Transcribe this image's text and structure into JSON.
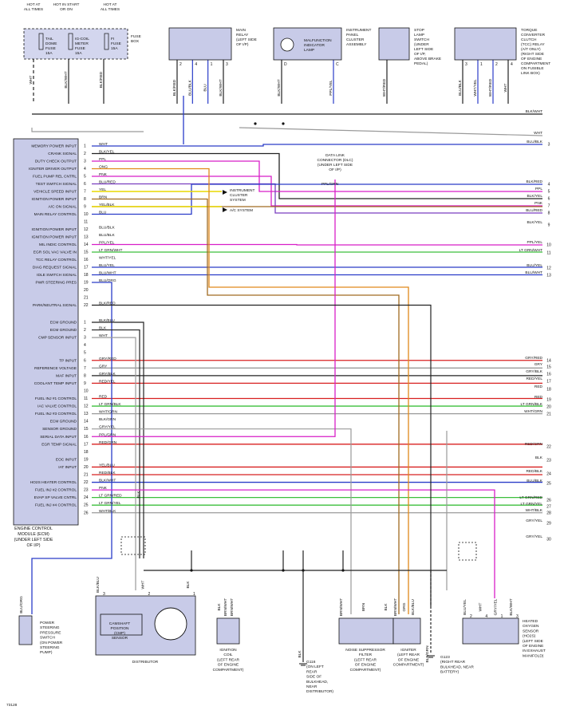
{
  "figure_id": "73128",
  "fuse_box": {
    "top_labels": [
      [
        "HOT AT",
        "ALL TIMES"
      ],
      [
        "HOT IN START",
        "OR ON"
      ],
      [
        "HOT AT",
        "ALL TIMES"
      ]
    ],
    "fuses": [
      [
        "TAIL",
        "DOME",
        "FUSE",
        "15A"
      ],
      [
        "IG-COIL",
        "METER",
        "FUSE",
        "15A"
      ],
      [
        "FI",
        "FUSE",
        "15A"
      ]
    ],
    "caption": [
      "FUSE",
      "BOX"
    ],
    "wires": [
      "WHT",
      "BLK/WHT",
      "BLK/RED"
    ]
  },
  "top_components": [
    {
      "id": "main-relay",
      "caption": [
        "MAIN",
        "RELAY",
        "(LEFT SIDE",
        "OF I/P)"
      ],
      "pins": [
        "2",
        "4",
        "1",
        "3"
      ],
      "wires": [
        "BLK/RED",
        "BLU/BLK",
        "BLU",
        "BLK/WHT"
      ]
    },
    {
      "id": "mil",
      "caption": [
        "INSTRUMENT",
        "PANEL",
        "CLUSTER",
        "ASSEMBLY"
      ],
      "inner": [
        "MALFUNCTION",
        "INDICATOR",
        "LAMP"
      ],
      "pins": [
        "D",
        "C"
      ],
      "wires": [
        "BLK/WHT",
        "PPL/YEL"
      ]
    },
    {
      "id": "stop-lamp",
      "caption": [
        "STOP",
        "LAMP",
        "SWITCH",
        "(UNDER",
        "LEFT SIDE",
        "OF I/P,",
        "ABOVE BRAKE",
        "PEDAL)"
      ],
      "wires": [
        "WHT/RED"
      ]
    },
    {
      "id": "tcc-relay",
      "caption": [
        "TORQUE",
        "CONVERTER",
        "CLUTCH",
        "(TCC) RELAY",
        "(A/T ONLY)",
        "(RIGHT SIDE",
        "OF ENGINE",
        "COMPARTMENT",
        "ON FUSIBLE",
        "LINK BOX)"
      ],
      "pins": [
        "3",
        "1",
        "2",
        "4"
      ],
      "wires": [
        "BLU/BLK",
        "WHT/YEL",
        "WHT/RED",
        "WHT"
      ]
    }
  ],
  "ecm_upper": [
    {
      "pin": "1",
      "label": "MEMORY POWER INPUT",
      "wire": "WHT"
    },
    {
      "pin": "2",
      "label": "CRANK SIGNAL",
      "wire": "BLK/YEL"
    },
    {
      "pin": "3",
      "label": "DUTY CHECK OUTPUT",
      "wire": "PPL"
    },
    {
      "pin": "4",
      "label": "IGNITER DRIVER OUTPUT",
      "wire": "ONG"
    },
    {
      "pin": "5",
      "label": "FUEL PUMP REL CNTRL",
      "wire": "PNK"
    },
    {
      "pin": "6",
      "label": "TEST SWITCH SIGNAL",
      "wire": "BLU/RED"
    },
    {
      "pin": "7",
      "label": "VEHICLE SPEED INPUT",
      "wire": "YEL"
    },
    {
      "pin": "8",
      "label": "IGNITION POWER INPUT",
      "wire": "BRN"
    },
    {
      "pin": "9",
      "label": "A/C ON SIGNAL",
      "wire": "YEL/BLK"
    },
    {
      "pin": "10",
      "label": "MAIN RELAY CONTROL",
      "wire": "BLU"
    },
    {
      "pin": "11",
      "label": "",
      "wire": ""
    },
    {
      "pin": "12",
      "label": "IGNITION POWER INPUT",
      "wire": "BLU/BLK"
    },
    {
      "pin": "13",
      "label": "IGNITION POWER INPUT",
      "wire": "BLU/BLK"
    },
    {
      "pin": "14",
      "label": "MIL INDIC CONTROL",
      "wire": "PPL/YEL"
    },
    {
      "pin": "15",
      "label": "EGR SOL VAC VALVE IN",
      "wire": "LT GRN/WHT"
    },
    {
      "pin": "16",
      "label": "TCC RELAY CONTROL",
      "wire": "WHT/YEL"
    },
    {
      "pin": "17",
      "label": "DIAG REQUEST SIGNAL",
      "wire": "BLU/YEL"
    },
    {
      "pin": "18",
      "label": "IDLE SWITCH SIGNAL",
      "wire": "BLU/WHT"
    },
    {
      "pin": "19",
      "label": "PWR STEERING PRES",
      "wire": "BLU/ORG"
    },
    {
      "pin": "20",
      "label": "",
      "wire": ""
    },
    {
      "pin": "21",
      "label": "",
      "wire": ""
    },
    {
      "pin": "22",
      "label": "PARK/NEUTRAL SIGNAL",
      "wire": "BLK/RED"
    }
  ],
  "ecm_lower": [
    {
      "pin": "1",
      "label": "ECM GROUND",
      "wire": "BLK/BLU"
    },
    {
      "pin": "2",
      "label": "ECM GROUND",
      "wire": "BLK"
    },
    {
      "pin": "3",
      "label": "CMP SENSOR INPUT",
      "wire": "WHT"
    },
    {
      "pin": "4",
      "label": "",
      "wire": ""
    },
    {
      "pin": "5",
      "label": "",
      "wire": ""
    },
    {
      "pin": "6",
      "label": "TP INPUT",
      "wire": "GRY/RED"
    },
    {
      "pin": "7",
      "label": "REFERENCE VOLTAGE",
      "wire": "GRY"
    },
    {
      "pin": "8",
      "label": "MAF INPUT",
      "wire": "GRY/BLK"
    },
    {
      "pin": "9",
      "label": "COOLANT TEMP INPUT",
      "wire": "RED/YEL"
    },
    {
      "pin": "10",
      "label": "",
      "wire": ""
    },
    {
      "pin": "11",
      "label": "FUEL INJ #1 CONTROL",
      "wire": "RED"
    },
    {
      "pin": "12",
      "label": "IAC VALVE CONTROL",
      "wire": "LT GRN/BLK"
    },
    {
      "pin": "13",
      "label": "FUEL INJ #3 CONTROL",
      "wire": "WHT/GRN"
    },
    {
      "pin": "14",
      "label": "ECM GROUND",
      "wire": "BLK/GRN"
    },
    {
      "pin": "15",
      "label": "SENSOR GROUND",
      "wire": "GRY/YEL"
    },
    {
      "pin": "16",
      "label": "SERIAL DATA INPUT",
      "wire": "PPL/GRN"
    },
    {
      "pin": "17",
      "label": "EGR TEMP SIGNAL",
      "wire": "RED/GRN"
    },
    {
      "pin": "18",
      "label": "",
      "wire": ""
    },
    {
      "pin": "19",
      "label": "EOC INPUT",
      "wire": ""
    },
    {
      "pin": "20",
      "label": "IAT INPUT",
      "wire": "YEL/BLU"
    },
    {
      "pin": "21",
      "label": "",
      "wire": "RED/BLK"
    },
    {
      "pin": "22",
      "label": "HO2S HEATER CONTROL",
      "wire": "BLK/WHT"
    },
    {
      "pin": "23",
      "label": "FUEL INJ #2 CONTROL",
      "wire": "PNK"
    },
    {
      "pin": "24",
      "label": "EVAP SP VALVE CNTRL",
      "wire": "LT GRN/RED"
    },
    {
      "pin": "25",
      "label": "FUEL INJ #4 CONTROL",
      "wire": "LT GRN/YEL"
    },
    {
      "pin": "26",
      "label": "",
      "wire": "WHT/BLK"
    }
  ],
  "ecm_caption": [
    "ENGINE CONTROL",
    "MODULE (ECM)",
    "(UNDER LEFT SIDE",
    "OF I/P)"
  ],
  "right_refs": [
    {
      "n": "",
      "wire": "BLK/WHT"
    },
    {
      "n": "",
      "wire": "WHT"
    },
    {
      "n": "3",
      "wire": "BLU/BLK"
    },
    {
      "n": "4",
      "wire": "BLK/RED"
    },
    {
      "n": "5",
      "wire": "PPL"
    },
    {
      "n": "6",
      "wire": "BLK/YEL"
    },
    {
      "n": "7",
      "wire": "PNK"
    },
    {
      "n": "8",
      "wire": "BLU/RED"
    },
    {
      "n": "9",
      "wire": "BLK/YEL"
    },
    {
      "n": "10",
      "wire": "PPL/YEL"
    },
    {
      "n": "11",
      "wire": "LT GRN/WHT"
    },
    {
      "n": "12",
      "wire": "BLU/YEL"
    },
    {
      "n": "13",
      "wire": "BLU/WHT"
    },
    {
      "n": "14",
      "wire": "GRY/RED"
    },
    {
      "n": "15",
      "wire": "GRY"
    },
    {
      "n": "16",
      "wire": "GRY/BLK"
    },
    {
      "n": "17",
      "wire": "RED/YEL"
    },
    {
      "n": "18",
      "wire": "RED"
    },
    {
      "n": "19",
      "wire": "RED"
    },
    {
      "n": "20",
      "wire": "LT GRN/BLK"
    },
    {
      "n": "21",
      "wire": "WHT/GRN"
    },
    {
      "n": "22",
      "wire": "RED/GRN"
    },
    {
      "n": "23",
      "wire": "BLK"
    },
    {
      "n": "24",
      "wire": "RED/BLK"
    },
    {
      "n": "25",
      "wire": "BLU/BLK"
    },
    {
      "n": "26",
      "wire": "LT GRN/RED"
    },
    {
      "n": "27",
      "wire": "LT GRN/YEL"
    },
    {
      "n": "28",
      "wire": "WHT/BLK"
    },
    {
      "n": "29",
      "wire": "GRY/YEL"
    },
    {
      "n": "30",
      "wire": "GRY/YEL"
    }
  ],
  "middle": {
    "instrument_cluster": [
      "INSTRUMENT",
      "CLUSTER",
      "SYSTEM"
    ],
    "ac_system": "A/C SYSTEM",
    "dlc_caption": [
      "DATA LINK",
      "CONNECTOR (DLC)",
      "(UNDER LEFT SIDE",
      "OF I/P)"
    ],
    "dlc_wire": "PPL/GRN",
    "blk_label": "BLK"
  },
  "bottom_components": [
    {
      "id": "ps-switch",
      "caption": [
        "POWER",
        "STEERING",
        "PRESSURE",
        "SWITCH",
        "(ON POWER",
        "STEERING",
        "PUMP)"
      ],
      "wires": [
        "BLU/ORG"
      ]
    },
    {
      "id": "distributor",
      "caption": [
        "DISTRIBUTOR"
      ],
      "inner": [
        "CAMSHAFT",
        "POSITION",
        "(CMP)",
        "SENSOR"
      ],
      "pins": [
        "3",
        "2",
        "1"
      ],
      "wires": [
        "BLK/BLU",
        "WHT",
        "BLK"
      ]
    },
    {
      "id": "ignition-coil",
      "caption": [
        "IGNITION",
        "COIL",
        "(LEFT REAR",
        "OF ENGINE",
        "COMPARTMENT)"
      ],
      "wires": [
        "BLK",
        "BRN/WHT",
        "BRN/WHT"
      ]
    },
    {
      "id": "g116",
      "caption": [
        "G116",
        "(ON LEFT",
        "REAR",
        "SIDE OF",
        "BULKHEAD,",
        "NEAR",
        "DISTRIBUTOR)"
      ],
      "wires": [
        "BLK"
      ]
    },
    {
      "id": "noise-filter",
      "caption": [
        "NOISE SUPPRESSOR",
        "FILTER",
        "(LEFT REAR",
        "OF ENGINE",
        "COMPARTMENT)"
      ],
      "wires": [
        "BRN/WHT",
        "BRN",
        "BLK"
      ]
    },
    {
      "id": "igniter",
      "caption": [
        "IGNITER",
        "(LEFT REAR",
        "OF ENGINE",
        "COMPARTMENT)"
      ],
      "wires": [
        "BRN/WHT",
        "ORG",
        "BLK/BLU"
      ]
    },
    {
      "id": "g123",
      "caption": [
        "G123",
        "(RIGHT REAR",
        "BULKHEAD, NEAR",
        "BATTERY)"
      ],
      "wires": [
        "BLK/GRN",
        "BLK"
      ]
    },
    {
      "id": "ho2s",
      "caption": [
        "HEATED",
        "OXYGEN",
        "SENSOR",
        "(HO2S)",
        "(LEFT SIDE",
        "OF ENGINE",
        "IN EXHAUST",
        "MANIFOLD)"
      ],
      "pins": [
        "2",
        "4",
        "1",
        "3"
      ],
      "wires": [
        "BLU/YEL",
        "WHT",
        "GRY/YEL",
        "BLK/WHT"
      ]
    }
  ],
  "colors": {
    "wire_black": "#222222",
    "wire_gray": "#9a9a9a",
    "blue": "#2a3cc8",
    "magenta": "#d81fc8",
    "orange": "#e0891a",
    "yellow": "#e8d800",
    "brown": "#a06a20",
    "green": "#3cbf3c",
    "red": "#d82020",
    "purple": "#7a3fc0",
    "box_fill": "#c8cbe8",
    "fuse_box_fill": "#d3d6ee"
  }
}
